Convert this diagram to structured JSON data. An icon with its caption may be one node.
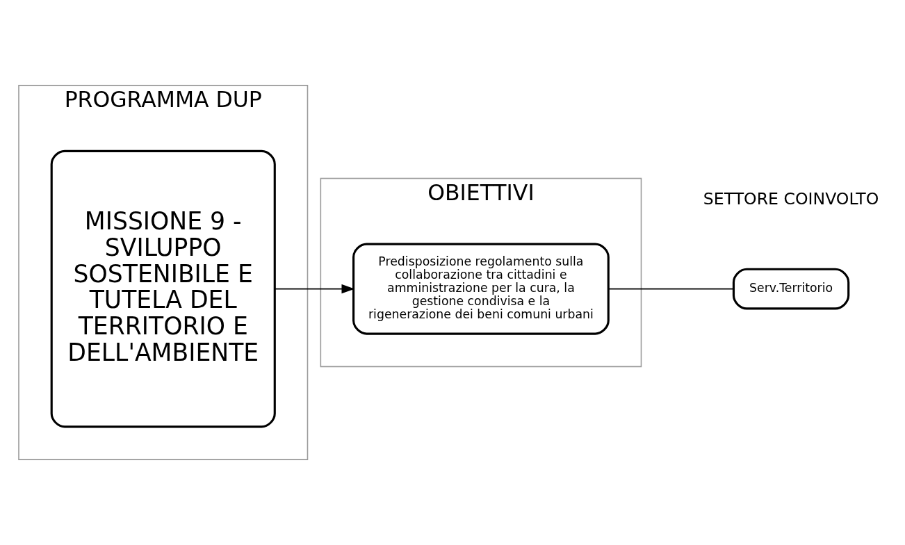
{
  "diagram": {
    "nodes": [
      {
        "text": [
          "PROGRAMMA DUP"
        ]
      },
      {
        "text": [
          "MISSIONE 9 - SVILUPPO SOSTENIBILE E TUTELA DEL TERRITORIO E DELL'AMBIENTE"
        ],
        "in": 0
      },
      {
        "text": [
          "OBIETTIVI"
        ]
      },
      {
        "text": [
          "Predisposizione regolamento sulla collaborazione tra cittadini e amministrazione per la cura, la gestione condivisa e la rigenerazione dei beni comuni urbani"
        ],
        "in": 2
      },
      {
        "text": [
          "Serv.Territorio"
        ]
      }
    ],
    "edges": [
      {
        "from": 1,
        "to": 3,
        "arrow": "to"
      },
      {
        "from": 3,
        "to": 4,
        "arrow": "none"
      }
    ],
    "labels": [
      "SETTORE COINVOLTO"
    ]
  }
}
